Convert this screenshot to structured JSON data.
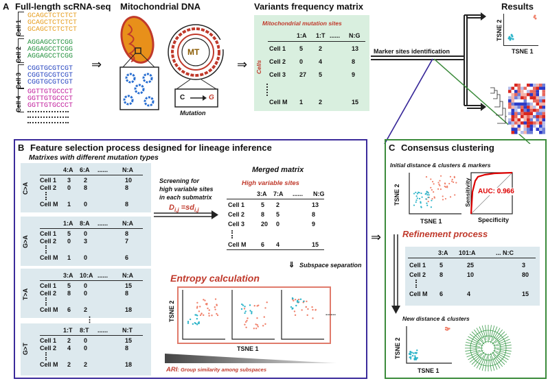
{
  "panelA": {
    "letter": "A",
    "title_scrna": "Full-length scRNA-seq",
    "title_mtdna": "Mitochondrial DNA",
    "title_matrix": "Variants frequency matrix",
    "title_results": "Results",
    "cells": [
      {
        "label": "Cell 1",
        "color": "#e69c1b",
        "seq": "GCAGCTCTCTCT"
      },
      {
        "label": "Cell 2",
        "color": "#1f8f3a",
        "seq": "AGGAGCCTCGG"
      },
      {
        "label": "Cell 3",
        "color": "#1f3fbf",
        "seq": "CGGTGCGTCGT"
      },
      {
        "label": "Cell 4",
        "color": "#c0189a",
        "seq": "GGTTGTGCCCT"
      }
    ],
    "mt_label": "MT",
    "mutation_from": "C",
    "mutation_to": "G",
    "mutation_caption": "Mutation",
    "matrix_caption": "Mitochondrial mutation sites",
    "matrix_side": "Cells",
    "matrix_cols": [
      "1:A",
      "1:T",
      "......",
      "N:G"
    ],
    "matrix_rows": [
      {
        "name": "Cell 1",
        "vals": [
          "5",
          "2",
          "",
          "13"
        ]
      },
      {
        "name": "Cell 2",
        "vals": [
          "0",
          "4",
          "",
          "8"
        ]
      },
      {
        "name": "Cell 3",
        "vals": [
          "27",
          "5",
          "",
          "9"
        ]
      },
      {
        "name": "Cell M",
        "vals": [
          "1",
          "2",
          "",
          "15"
        ]
      }
    ],
    "marker_label": "Marker sites identification",
    "tsne1": "TSNE 1",
    "tsne2": "TSNE 2"
  },
  "panelB": {
    "letter": "B",
    "title": "Feature selection process designed for lineage inference",
    "subtitle": "Matrixes with different mutation types",
    "submatrices": [
      {
        "type": "C>A",
        "cols": [
          "4:A",
          "6:A",
          "......",
          "N:A"
        ],
        "rows": [
          {
            "name": "Cell 1",
            "vals": [
              "3",
              "2",
              "10"
            ]
          },
          {
            "name": "Cell 2",
            "vals": [
              "0",
              "8",
              "8"
            ]
          },
          {
            "name": "Cell M",
            "vals": [
              "1",
              "0",
              "8"
            ]
          }
        ]
      },
      {
        "type": "G>A",
        "cols": [
          "1:A",
          "8:A",
          "......",
          "N:A"
        ],
        "rows": [
          {
            "name": "Cell 1",
            "vals": [
              "5",
              "0",
              "8"
            ]
          },
          {
            "name": "Cell 2",
            "vals": [
              "0",
              "3",
              "7"
            ]
          },
          {
            "name": "Cell M",
            "vals": [
              "1",
              "0",
              "6"
            ]
          }
        ]
      },
      {
        "type": "T>A",
        "cols": [
          "3:A",
          "10:A",
          "......",
          "N:A"
        ],
        "rows": [
          {
            "name": "Cell 1",
            "vals": [
              "5",
              "0",
              "15"
            ]
          },
          {
            "name": "Cell 2",
            "vals": [
              "8",
              "0",
              "8"
            ]
          },
          {
            "name": "Cell M",
            "vals": [
              "6",
              "2",
              "18"
            ]
          }
        ]
      },
      {
        "type": "G>T",
        "cols": [
          "1:T",
          "8:T",
          "......",
          "N:T"
        ],
        "rows": [
          {
            "name": "Cell 1",
            "vals": [
              "2",
              "0",
              "15"
            ]
          },
          {
            "name": "Cell 2",
            "vals": [
              "4",
              "0",
              "8"
            ]
          },
          {
            "name": "Cell M",
            "vals": [
              "2",
              "2",
              "18"
            ]
          }
        ]
      }
    ],
    "screen_text": [
      "Screening for",
      "high variable sites",
      "in each submatrix"
    ],
    "formula_main": "D",
    "formula_sub": "i,j",
    "formula_mid": " =sd",
    "formula_sub2": "i,j",
    "merged_title": "Merged matrix",
    "merged_caption": "High variable sites",
    "merged_cols": [
      "3:A",
      "7:A",
      "......",
      "N:G"
    ],
    "merged_rows": [
      {
        "name": "Cell 1",
        "vals": [
          "5",
          "2",
          "13"
        ]
      },
      {
        "name": "Cell 2",
        "vals": [
          "8",
          "5",
          "8"
        ]
      },
      {
        "name": "Cell 3",
        "vals": [
          "20",
          "0",
          "9"
        ]
      },
      {
        "name": "Cell M",
        "vals": [
          "6",
          "4",
          "15"
        ]
      }
    ],
    "subspace_label": "Subspace separation",
    "entropy_label": "Entropy calculation",
    "tsne1": "TSNE 1",
    "tsne2": "TSNE 2",
    "ari_main": "ARI",
    "ari_rest": ": Group similarity among subspaces"
  },
  "panelC": {
    "letter": "C",
    "title": "Consensus clustering",
    "initial_label": "Initial distance & clusters & markers",
    "tsne1": "TSNE 1",
    "tsne2": "TSNE 2",
    "auc": "AUC: 0.966",
    "sensitivity": "Sensitivity",
    "specificity": "Specificity",
    "refine_label": "Refinement process",
    "refine_cols": [
      "3:A",
      "101:A",
      "... N:C"
    ],
    "refine_rows": [
      {
        "name": "Cell 1",
        "vals": [
          "5",
          "25",
          "3"
        ]
      },
      {
        "name": "Cell 2",
        "vals": [
          "8",
          "10",
          "80"
        ]
      },
      {
        "name": "Cell M",
        "vals": [
          "6",
          "4",
          "15"
        ]
      }
    ],
    "new_label": "New distance & clusters"
  },
  "colors": {
    "panelB_border": "#3a2a9a",
    "panelC_border": "#3a8a3a",
    "matrix_bg": "#d9efdf",
    "submatrix_bg": "#dde9ee",
    "accent_red": "#c0392b",
    "cyan_points": "#2ab3c8",
    "salmon_points": "#f0806a",
    "mito_orange": "#e8901a"
  }
}
